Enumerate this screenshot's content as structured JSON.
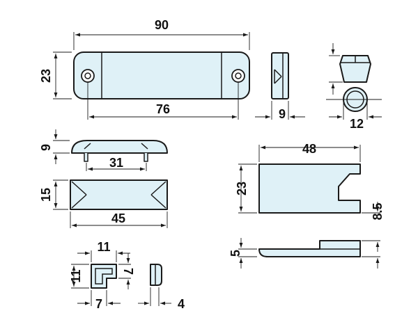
{
  "dimensions": {
    "plate_length": "90",
    "plate_height": "23",
    "plate_hole_spacing": "76",
    "plate_side_width": "9",
    "round_width": "12",
    "cap_height": "9",
    "cap_inner": "31",
    "block_height": "15",
    "block_length": "45",
    "bracket_length": "48",
    "bracket_height": "23",
    "bracket_side_offset": "8.5",
    "bracket_thickness": "5",
    "corner_width": "11",
    "corner_height": "11",
    "corner_leg_h": "7",
    "corner_leg_w": "7",
    "tab_width": "4"
  }
}
